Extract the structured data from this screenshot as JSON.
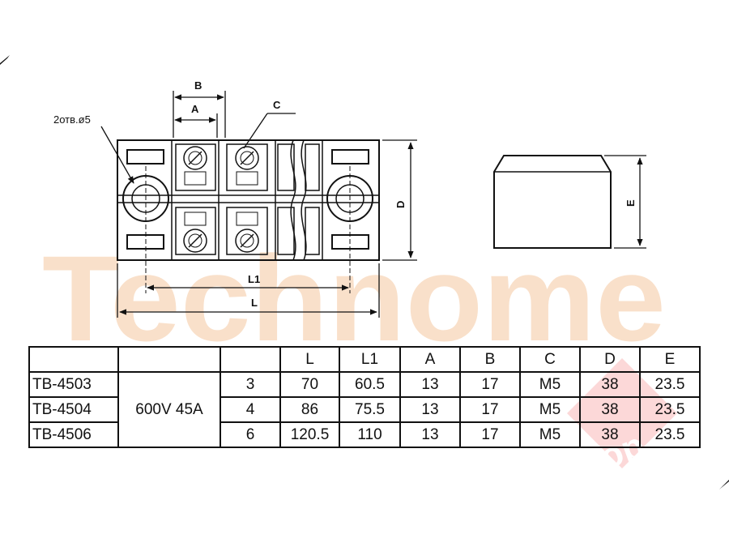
{
  "watermark": {
    "brand": "Technome",
    "badge": "shop",
    "color": "#f5c79f",
    "badge_color": "#f6a7a7"
  },
  "drawing": {
    "labels": {
      "B": "B",
      "A": "A",
      "C": "C",
      "D": "D",
      "E": "E",
      "L1": "L1",
      "L": "L",
      "holes": "2отв.ø5"
    }
  },
  "table": {
    "headers": [
      "",
      "",
      "",
      "L",
      "L1",
      "A",
      "B",
      "C",
      "D",
      "E"
    ],
    "rating": "600V 45A",
    "rows": [
      {
        "model": "TB-4503",
        "poles": "3",
        "L": "70",
        "L1": "60.5",
        "A": "13",
        "B": "17",
        "C": "M5",
        "D": "38",
        "E": "23.5"
      },
      {
        "model": "TB-4504",
        "poles": "4",
        "L": "86",
        "L1": "75.5",
        "A": "13",
        "B": "17",
        "C": "M5",
        "D": "38",
        "E": "23.5"
      },
      {
        "model": "TB-4506",
        "poles": "6",
        "L": "120.5",
        "L1": "110",
        "A": "13",
        "B": "17",
        "C": "M5",
        "D": "38",
        "E": "23.5"
      }
    ]
  }
}
